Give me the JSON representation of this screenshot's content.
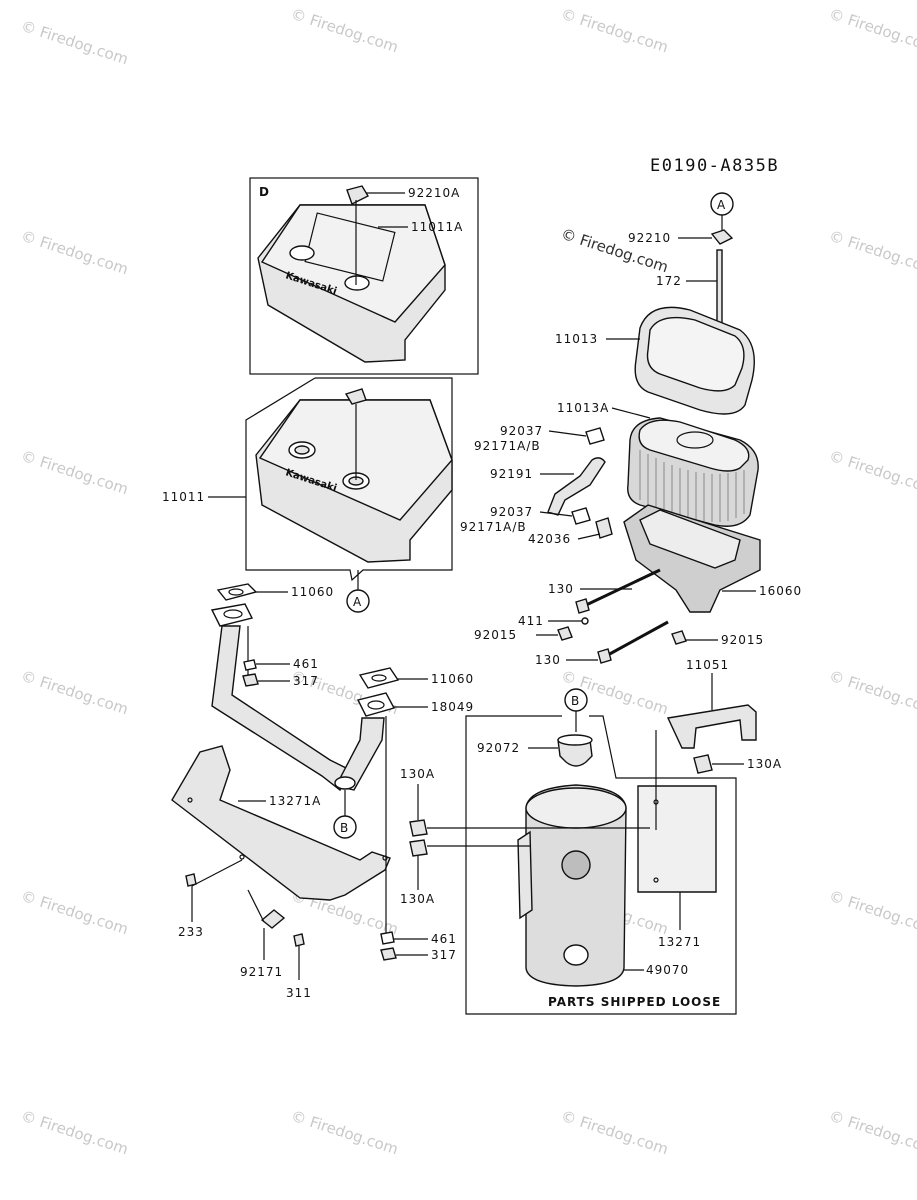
{
  "diagram_code": "E0190-A835B",
  "watermark_text": "© Firedog.com",
  "inline_watermark": "© Firedog.com",
  "inset_label": "D",
  "loose_parts_label": "PARTS SHIPPED LOOSE",
  "callouts": {
    "a_top": "A",
    "a_bottom": "A",
    "b_pipe": "B",
    "b_muffler": "B"
  },
  "part_labels": {
    "p92210A": "92210A",
    "p11011A": "11011A",
    "p11011": "11011",
    "p11060_top": "11060",
    "p461_top": "461",
    "p317_top": "317",
    "p11060_mid": "11060",
    "p18049": "18049",
    "p13271A": "13271A",
    "p233": "233",
    "p92171": "92171",
    "p311": "311",
    "p461_bot": "461",
    "p317_bot": "317",
    "p92210": "92210",
    "p172": "172",
    "p11013": "11013",
    "p11013A": "11013A",
    "p92037_top": "92037",
    "p92171AB_top": "92171A/B",
    "p92191": "92191",
    "p92037_bot": "92037",
    "p92171AB_bot": "92171A/B",
    "p42036": "42036",
    "p130_top": "130",
    "p411": "411",
    "p92015_left": "92015",
    "p16060": "16060",
    "p92015_right": "92015",
    "p130_bot": "130",
    "p11051": "11051",
    "p130A_right": "130A",
    "p92072": "92072",
    "p130A_top": "130A",
    "p130A_bot": "130A",
    "p13271": "13271",
    "p49070": "49070"
  }
}
